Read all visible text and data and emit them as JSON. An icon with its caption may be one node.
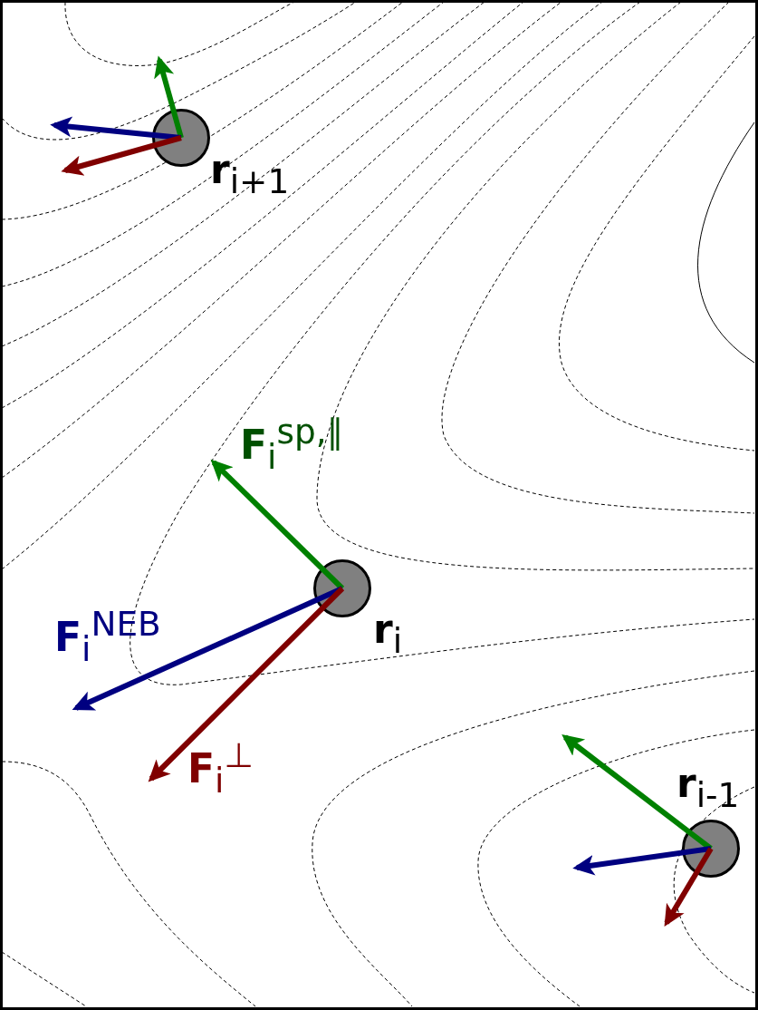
{
  "diagram": {
    "nodes": [
      {
        "text": [
          "**r**$_{i+1}$"
        ]
      },
      {
        "text": [
          "**r**$_{i}$"
        ]
      },
      {
        "text": [
          "**r**$_{i-1}$"
        ]
      }
    ],
    "labels": [
      "**F**$_{i}$$^{sp,∥}$",
      "**F**$_{i}$$^{NEB}$",
      "**F**$_{i}$$^{⊥}$"
    ]
  }
}
